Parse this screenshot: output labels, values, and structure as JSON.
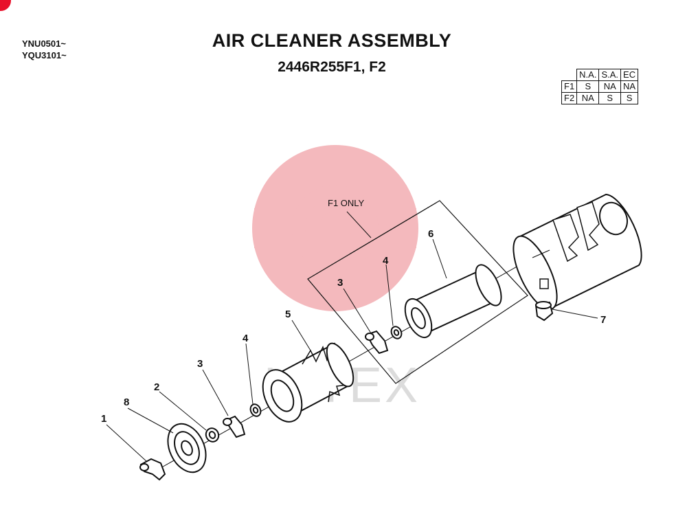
{
  "header": {
    "serials": [
      "YNU0501~",
      "YQU3101~"
    ],
    "title": "AIR CLEANER ASSEMBLY",
    "subtitle": "2446R255F1, F2"
  },
  "availability_table": {
    "columns": [
      "N.A.",
      "S.A.",
      "EC"
    ],
    "rows": [
      {
        "label": "F1",
        "values": [
          "S",
          "NA",
          "NA"
        ]
      },
      {
        "label": "F2",
        "values": [
          "NA",
          "S",
          "S"
        ]
      }
    ]
  },
  "diagram": {
    "frame_label": "F1 ONLY",
    "watermark_text": "KITEX",
    "callouts": [
      "1",
      "8",
      "2",
      "3",
      "4",
      "5",
      "3",
      "4",
      "6",
      "7"
    ]
  },
  "colors": {
    "watermark": "#f4b9bd",
    "corner_mark": "#e8102a",
    "line": "#111111"
  }
}
